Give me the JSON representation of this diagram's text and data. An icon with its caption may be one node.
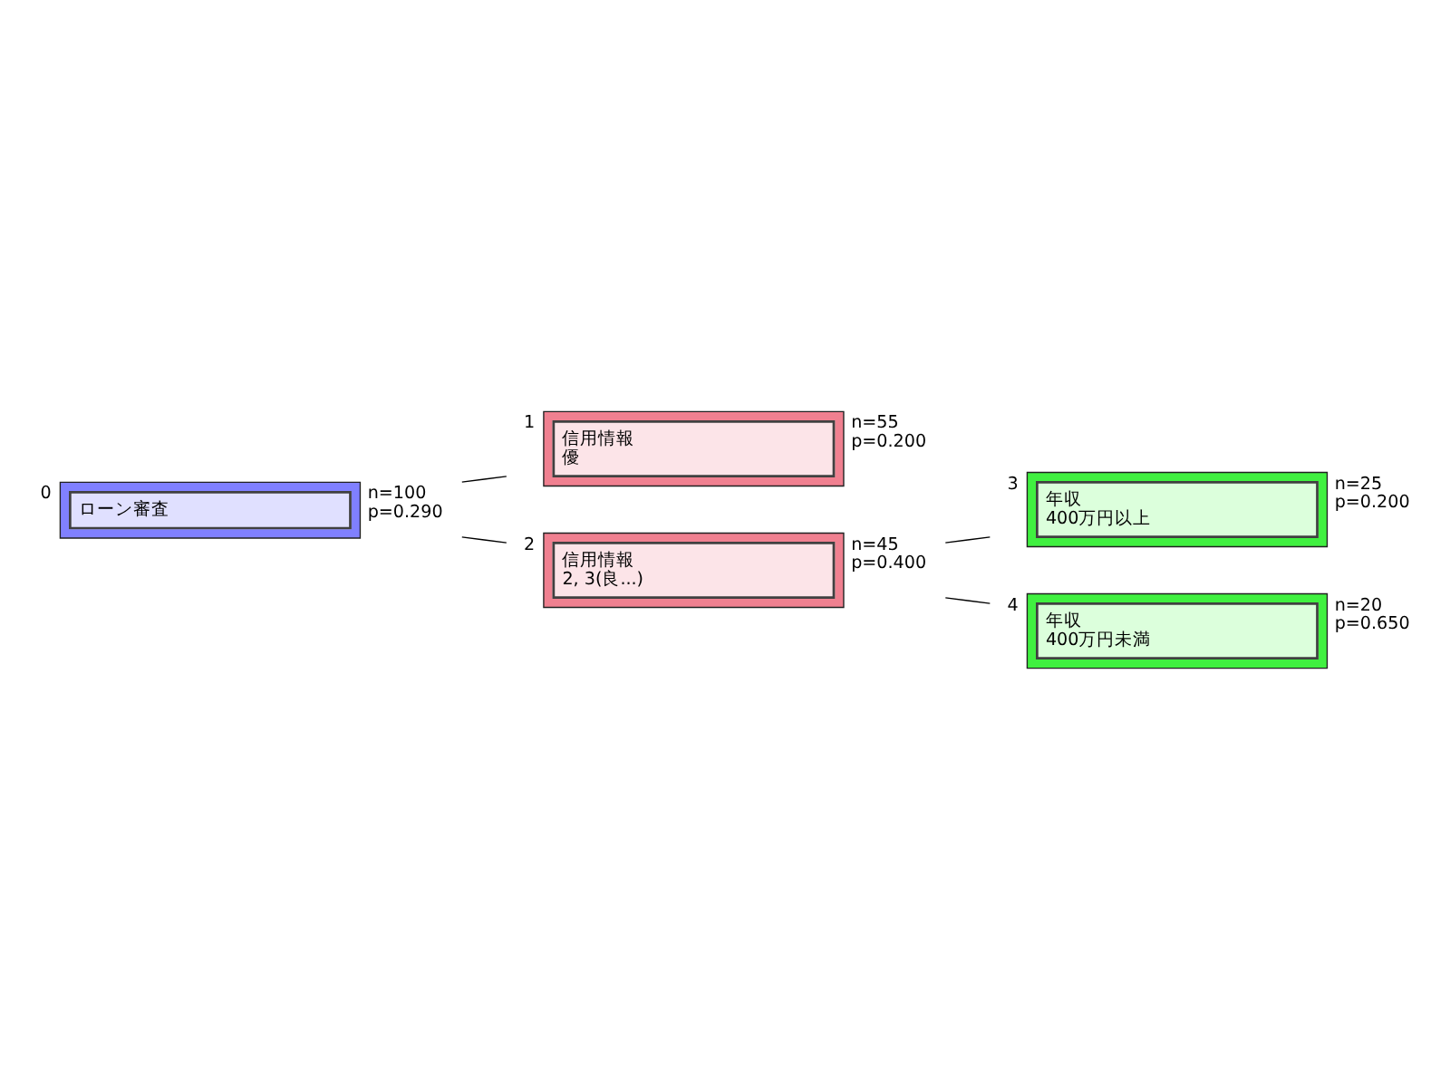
{
  "diagram": {
    "nodes": [
      {
        "text": [
          "ローン審査"
        ],
        "beside": [
          "0",
          "n=100 p=0.290"
        ]
      },
      {
        "text": [
          "信用情報",
          "優"
        ],
        "beside": [
          "1",
          "n=55 p=0.200"
        ]
      },
      {
        "text": [
          "信用情報",
          "2, 3(良...)"
        ],
        "beside": [
          "2",
          "n=45 p=0.400"
        ]
      },
      {
        "text": [
          "年収",
          "400万円以上"
        ],
        "beside": [
          "3",
          "n=25 p=0.200"
        ]
      },
      {
        "text": [
          "年収",
          "400万円未満"
        ],
        "beside": [
          "4",
          "n=20 p=0.650"
        ]
      }
    ],
    "edges": [
      {
        "from": 0,
        "to": 1,
        "arrow": "none"
      },
      {
        "from": 0,
        "to": 2,
        "arrow": "none"
      },
      {
        "from": 2,
        "to": 3,
        "arrow": "none"
      },
      {
        "from": 2,
        "to": 4,
        "arrow": "none"
      }
    ]
  }
}
